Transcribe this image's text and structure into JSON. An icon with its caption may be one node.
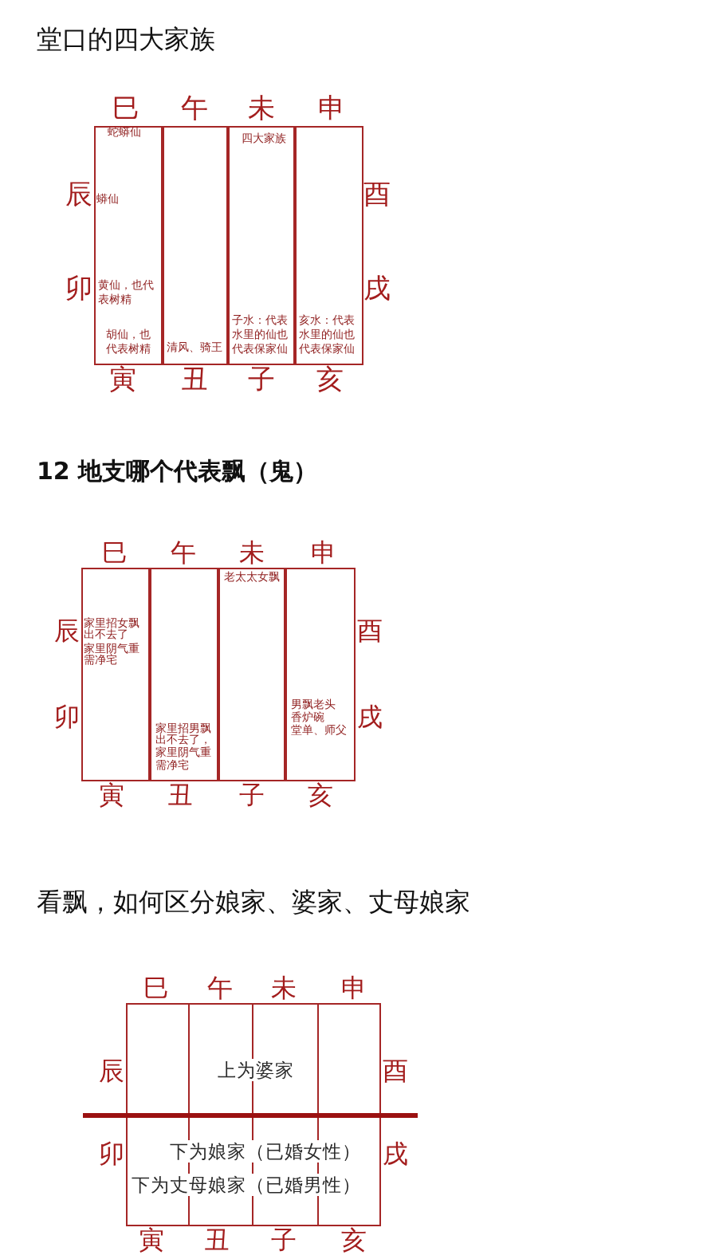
{
  "diagram": {
    "nodes": [
      {
        "text": [
          "蛇蟒仙",
          "蟒仙",
          "黄仙，也代表树精",
          "胡仙，也代表树精"
        ]
      },
      {
        "text": [
          "清风、骑王"
        ]
      },
      {
        "text": [
          "四大家族",
          "子水：代表水里的仙也代表保家仙"
        ]
      },
      {
        "text": [
          "亥水：代表水里的仙也代表保家仙"
        ]
      },
      {
        "text": [
          "家里招女飘出不去了",
          "家里阴气重需净宅"
        ]
      },
      {
        "text": [
          "家里招男飘出不去了，家里阴气重需净宅"
        ]
      },
      {
        "text": [
          "老太太女飘"
        ]
      },
      {
        "text": [
          "男飘老头",
          "香炉碗",
          "堂单、师父"
        ]
      },
      {
        "text": [
          "上为婆家",
          "下为娘家（已婚女性）",
          "下为丈母娘家（已婚男性）"
        ]
      }
    ],
    "labels": [
      "堂口的四大家族",
      "巳",
      "午",
      "未",
      "申",
      "辰",
      "酉",
      "卯",
      "戌",
      "寅",
      "丑",
      "子",
      "亥",
      "12 地支哪个代表飘（鬼）",
      "巳",
      "午",
      "未",
      "申",
      "辰",
      "酉",
      "卯",
      "戌",
      "寅",
      "丑",
      "子",
      "亥",
      "看飘，如何区分娘家、婆家、丈母娘家",
      "巳",
      "午",
      "未",
      "申",
      "辰",
      "酉",
      "卯",
      "戌",
      "寅",
      "丑",
      "子",
      "亥"
    ]
  }
}
